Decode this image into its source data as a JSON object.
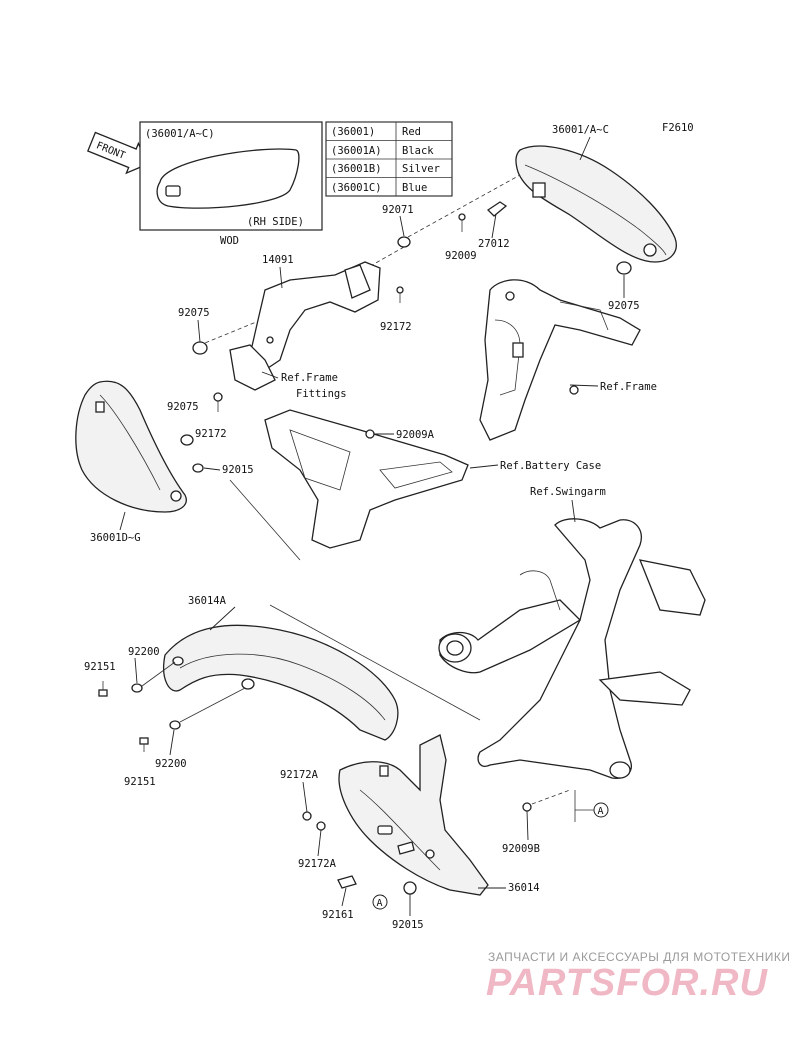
{
  "figure_code": "F2610",
  "front_arrow": {
    "text": "FRONT"
  },
  "inset": {
    "title": "(36001/A~C)",
    "side_note": "(RH SIDE)",
    "caption": "WOD"
  },
  "color_table": {
    "rows": [
      {
        "code": "(36001)",
        "color": "Red"
      },
      {
        "code": "(36001A)",
        "color": "Black"
      },
      {
        "code": "(36001B)",
        "color": "Silver"
      },
      {
        "code": "(36001C)",
        "color": "Blue"
      }
    ]
  },
  "labels": {
    "p36001_ac": "36001/A~C",
    "p92071": "92071",
    "p27012": "27012",
    "p92009": "92009",
    "p92075_right": "92075",
    "p14091": "14091",
    "p92075_left1": "92075",
    "p92172_top": "92172",
    "ref_frame_fittings_1": "Ref.Frame",
    "ref_frame_fittings_2": "Fittings",
    "ref_frame": "Ref.Frame",
    "p92075_left2": "92075",
    "p92172_left": "92172",
    "p92009a": "92009A",
    "p92015_top": "92015",
    "ref_battery": "Ref.Battery Case",
    "ref_swingarm": "Ref.Swingarm",
    "p36001dg": "36001D~G",
    "p36014a": "36014A",
    "p92200_top": "92200",
    "p92151_top": "92151",
    "p92200_bot": "92200",
    "p92151_bot": "92151",
    "p92172a_top": "92172A",
    "p92172a_bot": "92172A",
    "p92009b": "92009B",
    "p36014": "36014",
    "p92161": "92161",
    "p92015_bot": "92015",
    "callout_a_right": "A",
    "callout_a_bottom": "A"
  },
  "watermark": {
    "tagline": "ЗАПЧАСТИ И АКСЕССУАРЫ ДЛЯ МОТОТЕХНИКИ",
    "brand": "PARTSFOR.RU"
  }
}
